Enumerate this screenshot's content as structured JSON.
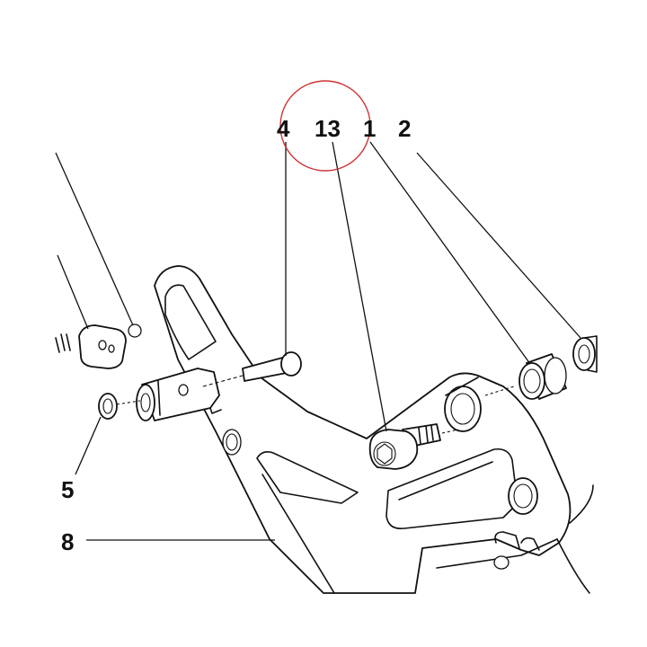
{
  "callouts": [
    {
      "id": "part-4",
      "label": "4"
    },
    {
      "id": "part-13",
      "label": "13"
    },
    {
      "id": "part-1",
      "label": "1"
    },
    {
      "id": "part-2",
      "label": "2"
    },
    {
      "id": "part-5",
      "label": "5"
    },
    {
      "id": "part-8",
      "label": "8"
    }
  ],
  "highlight": {
    "target": "13",
    "color": "#cc3333"
  },
  "colors": {
    "line": "#111111",
    "background": "#ffffff"
  }
}
